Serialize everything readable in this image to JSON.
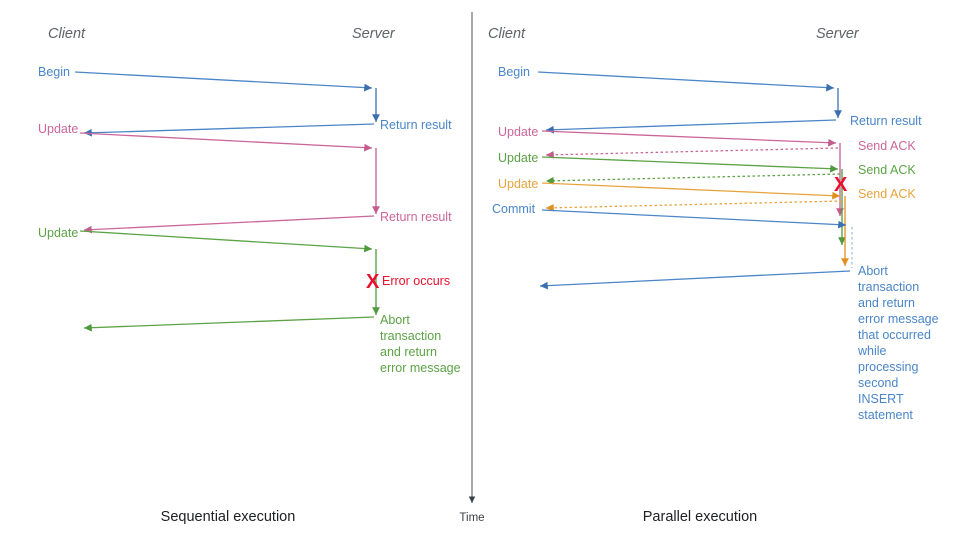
{
  "colors": {
    "blue": "#4a86c8",
    "blue_dark": "#3b6fb0",
    "pink": "#cc6699",
    "green": "#5ba345",
    "green_dark": "#4e9a3d",
    "orange": "#e8a33d",
    "orange_dark": "#e0901f",
    "red": "#e8112d",
    "gray_title": "#5f6368",
    "axis": "#3c4043",
    "divider": "#9aa0a6",
    "foot": "#202124"
  },
  "left_panel": {
    "lane_client": "Client",
    "lane_server": "Server",
    "caption": "Sequential execution",
    "messages": [
      {
        "label": "Begin",
        "color": "blue"
      },
      {
        "label": "Update",
        "color": "pink"
      },
      {
        "label": "Update",
        "color": "green"
      }
    ],
    "server_notes": [
      {
        "label": "Return result",
        "color": "blue"
      },
      {
        "label": "Return result",
        "color": "pink"
      }
    ],
    "error_note": {
      "mark": "X",
      "label": "Error occurs",
      "color": "red"
    },
    "abort_note": {
      "color": "green",
      "lines": [
        "Abort",
        "transaction",
        "and return",
        "error message"
      ]
    }
  },
  "right_panel": {
    "lane_client": "Client",
    "lane_server": "Server",
    "caption": "Parallel execution",
    "messages": [
      {
        "label": "Begin",
        "color": "blue"
      },
      {
        "label": "Update",
        "color": "pink"
      },
      {
        "label": "Update",
        "color": "green"
      },
      {
        "label": "Update",
        "color": "orange"
      },
      {
        "label": "Commit",
        "color": "blue"
      }
    ],
    "server_notes": [
      {
        "label": "Return result",
        "color": "blue"
      },
      {
        "label": "Send ACK",
        "color": "pink"
      },
      {
        "label": "Send ACK",
        "color": "green"
      },
      {
        "label": "Send ACK",
        "color": "orange"
      }
    ],
    "error_note": {
      "mark": "X",
      "label": "",
      "color": "red"
    },
    "abort_note": {
      "color": "blue",
      "lines": [
        "Abort",
        "transaction",
        "and return",
        "error message",
        "that occurred",
        "while",
        "processing",
        "second",
        "INSERT",
        "statement"
      ]
    }
  },
  "time_axis": {
    "label": "Time"
  }
}
